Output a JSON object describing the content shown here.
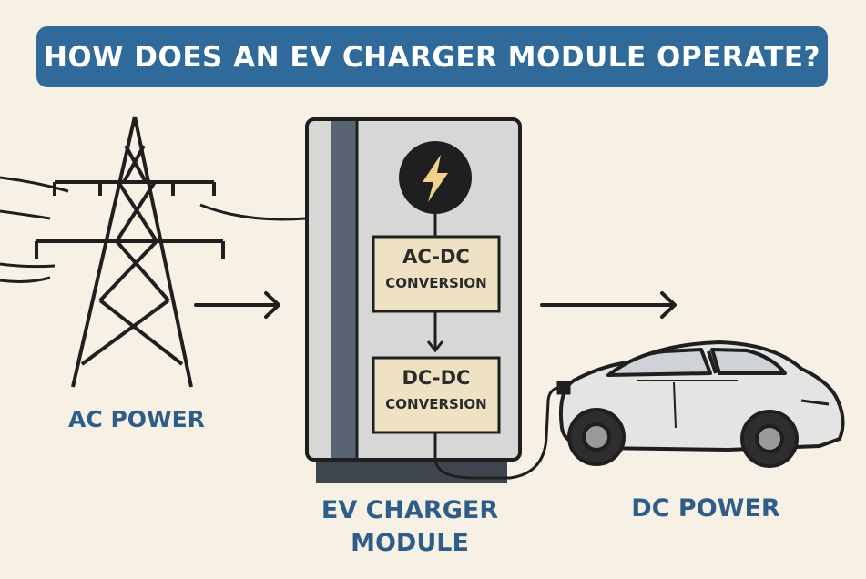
{
  "title": "HOW DOES AN EV CHARGER MODULE OPERATE?",
  "labels": {
    "ac_power": "AC POWER",
    "module_line1": "EV CHARGER",
    "module_line2": "MODULE",
    "dc_power": "DC POWER"
  },
  "boxes": {
    "acdc_main": "AC-DC",
    "acdc_sub": "CONVERSION",
    "dcdc_main": "DC-DC",
    "dcdc_sub": "CONVERSION"
  },
  "colors": {
    "background": "#f6f1e4",
    "banner": "#2f6a9b",
    "label": "#2f5d8a",
    "box_fill": "#efe2c4",
    "line": "#1f1f1f"
  },
  "icons": [
    "power-tower-icon",
    "lightning-bolt-icon",
    "electric-car-icon",
    "arrow-right-icon",
    "arrow-down-icon"
  ]
}
